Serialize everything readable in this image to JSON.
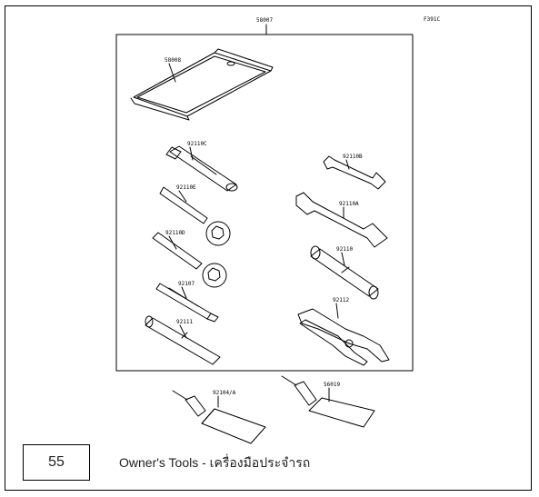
{
  "header": {
    "corner_code": "F391C",
    "kit_code": "58007"
  },
  "parts": {
    "bag": "58008",
    "socket_large": "92110C",
    "wrench_small": "92110B",
    "box_wrench_e": "92110E",
    "wrench_a": "92110A",
    "box_wrench_d": "92110D",
    "plug_spanner": "92110",
    "driver_bit": "92107",
    "pliers": "92112",
    "screwdriver_grip": "92111",
    "grease_a": "92104/A",
    "grease_b": "56019"
  },
  "footer": {
    "page_number": "55",
    "caption": "Owner's Tools - เครื่องมือประจำรถ"
  }
}
